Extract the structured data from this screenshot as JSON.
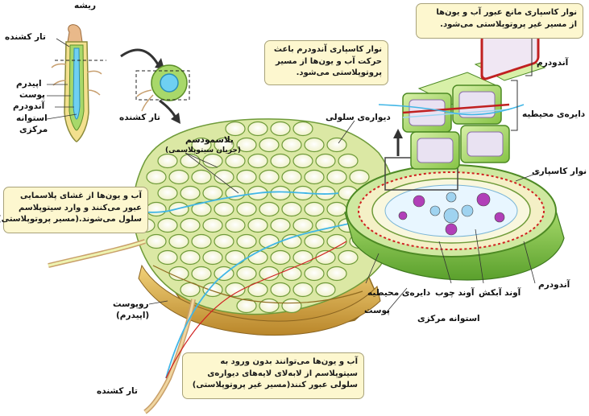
{
  "root_inset": {
    "root_label": "ریشه",
    "root_hair_top": "تار کشنده",
    "epidermis": "اپیدرم",
    "cortex": "پوست",
    "endodermis": "آندودرم",
    "stele_line1": "استوانه",
    "stele_line2": "مرکزی",
    "root_hair_section": "تار کشنده"
  },
  "cell_labels": {
    "cell_wall": "دیواره‌ی سلولی",
    "plasmodesma_line1": "پلاسمودسم",
    "plasmodesma_line2": "(جریان سیتوپلاسمی)",
    "epidermis_line1": "روپوست",
    "epidermis_line2": "(اپیدرم)",
    "root_hair_bottom": "تار کشنده",
    "cortex": "پوست",
    "casparian_strip": "نوار کاسپاری",
    "endodermis_right": "آندودرم",
    "pericycle_right": "دایره‌ی محیطیه",
    "pericycle_bottom": "دایره‌ی محیطیه",
    "xylem": "آوند چوب",
    "phloem": "آوند آبکش",
    "endodermis_bottom": "آندودرم",
    "stele": "استوانه مرکزی"
  },
  "notes": {
    "top_right": [
      "نوار کاسپاری مانع عبور آب و یون‌ها",
      "از مسیر غیر پروتوپلاستی می‌شود."
    ],
    "middle": [
      "نوار کاسپاری آندودرم باعث",
      "حرکت آب و یون‌ها از مسیر",
      "پروتوپلاستی می‌شود."
    ],
    "left": [
      "آب و یون‌ها از غشای پلاسمایی",
      "عبور می‌کنند و وارد سیتوپلاسم",
      "سلول می‌شوند.(مسیر پروتوپلاستی)"
    ],
    "bottom": [
      "آب و یون‌ها می‌توانند بدون ورود به",
      "سیتوپلاسم از لابه‌لای لایه‌های دیواره‌ی",
      "سلولی عبور کنند(مسیر غیر پروتوپلاستی)"
    ]
  },
  "colors": {
    "cell_fill": "#f4f5cf",
    "cell_border": "#6f9b3a",
    "cytoplasm_green": "#8cc63f",
    "epidermis_gold": "#d4a640",
    "outer_green": "#7ac143",
    "casparian_red": "#d02020",
    "water_blue": "#41b6e6",
    "xylem_blue": "#9fd3f0",
    "phloem_purple": "#b13fb8",
    "note_fill": "#fdf7cf"
  }
}
